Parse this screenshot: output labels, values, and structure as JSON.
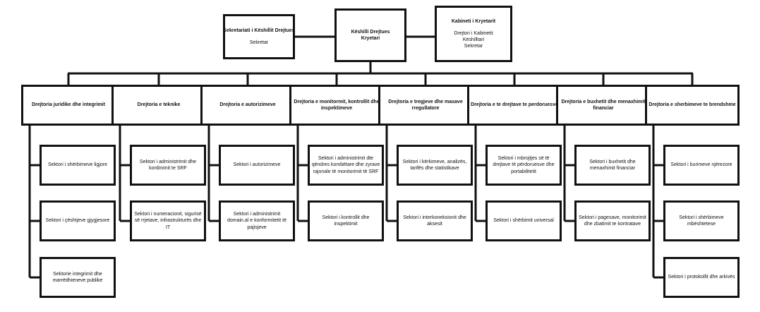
{
  "top": {
    "center": {
      "title": "Këshilli Drejtues",
      "subtitle": "Kryetari"
    },
    "left": {
      "title": "Sekretariati i Këshillit Drejtues",
      "subtitle": "Sekretar"
    },
    "right": {
      "title": "Kabineti i Kryetarit",
      "lines": [
        "Drejtori i Kabinetit",
        "Këshilltari",
        "Sekretar"
      ]
    }
  },
  "directorates": [
    {
      "name": "Drejtoria juridike dhe integrimit",
      "sectors": [
        "Sektori i shërbimeve ligjore",
        "Sektori i çështjeve gjygjesore",
        "Sektorie integrimit dhe marrëdhieneve publike"
      ]
    },
    {
      "name": "Drejtoria e teknike",
      "sectors": [
        "Sektori i administrimit dhe kordinimit te SRF",
        "Sektori i numeracionit, sigurisë së rrjetave, infrastrukturës dhe IT"
      ]
    },
    {
      "name": "Drejtoria e autorizimeve",
      "sectors": [
        "Sektori i autorizimeve",
        "Sektori i administrimit domain.al e konformitetit të pajisjeve"
      ]
    },
    {
      "name": "Drejtoria e monitormit, kontrollit dhe inspektimeve",
      "sectors": [
        "Sektori i administrimit dte qëndres kombëtare dhe zyrave rajonale të monitorimit të SRF",
        "Sektori i kontrollit dhe inspektimit"
      ]
    },
    {
      "name": "Drejtoria e tregjeve dhe masave rregullatore",
      "sectors": [
        "Sektori i kërkimeve, analizës, tarifës dhe statistikave",
        "Sektori i interkoneksionit dhe aksesit"
      ]
    },
    {
      "name": "Drejtoria e te drejtave te perdoruesve",
      "sectors": [
        "Sektori i mbrojtjes së të drejtave të përdoruesve dhe portabilitetit",
        "Sektori i shërbimit universal"
      ]
    },
    {
      "name": "Drejtoria e buxhetit dhe menaxhimit financiar",
      "sectors": [
        "Sektori i buxhetit dhe menaxhimit financiar",
        "Sektori i pagesave, monitorimit dhe zbatimit te kontratave"
      ]
    },
    {
      "name": "Drejtoria e sherbimeve te brendshme",
      "sectors": [
        "Sektori i burimeve njërezore",
        "Sektori i shërbimeve mbështetese",
        "Sektori i protokollit dhe arkivës"
      ]
    }
  ]
}
